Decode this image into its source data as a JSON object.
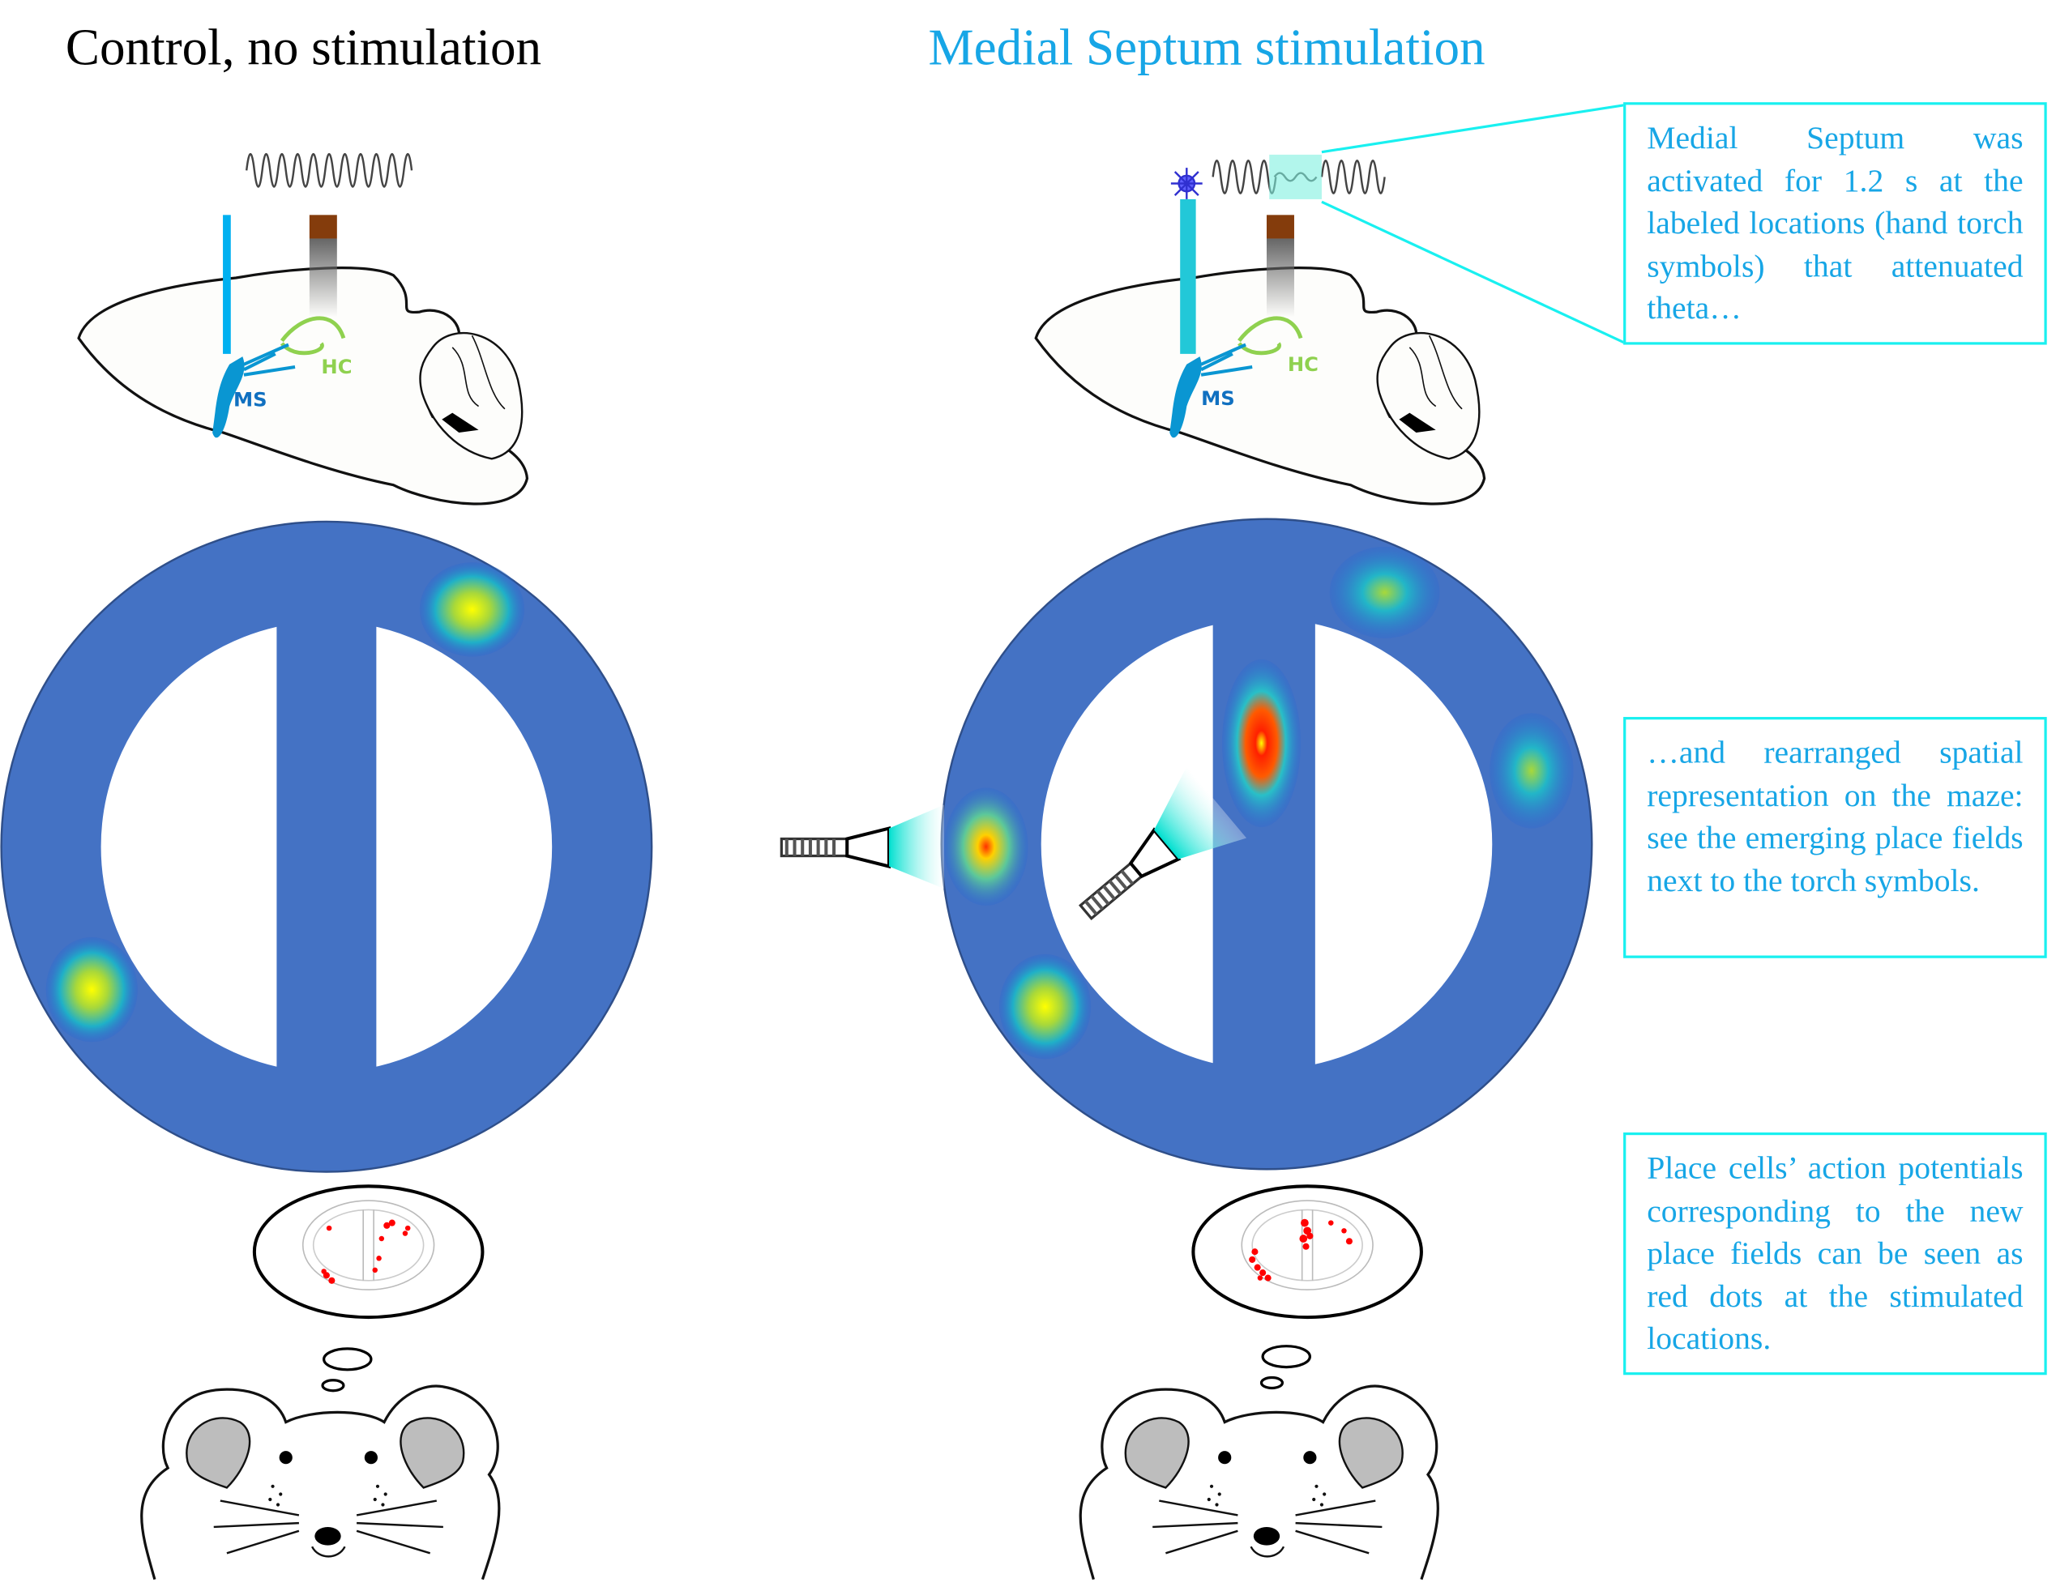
{
  "titles": {
    "control": "Control, no stimulation",
    "stimulation": "Medial Septum stimulation"
  },
  "brain_labels": {
    "ms": "MS",
    "hc": "HC"
  },
  "annotations": [
    "Medial Septum was activated for 1.2 s at the labeled locations (hand torch symbols) that attenuated theta…",
    "…and rearranged spatial representation on the maze: see the emerging place fields next to the torch symbols.",
    "Place cells’ action potentials corresponding to the new place fields can be seen as red dots at the stimulated locations."
  ],
  "colors": {
    "maze": "#4472c4",
    "accent_text": "#17a6e6",
    "box_border": "#19f0f0",
    "ms": "#0a96d2",
    "hc": "#8fd14f",
    "electrode": "#843c0c",
    "spikes": "#ff0000"
  },
  "icons": [
    "brain-sagittal-icon",
    "optic-fiber-icon",
    "electrode-icon",
    "theta-wave-icon",
    "laser-icon",
    "torch-icon",
    "thought-bubble-icon",
    "mouse-face-icon"
  ]
}
